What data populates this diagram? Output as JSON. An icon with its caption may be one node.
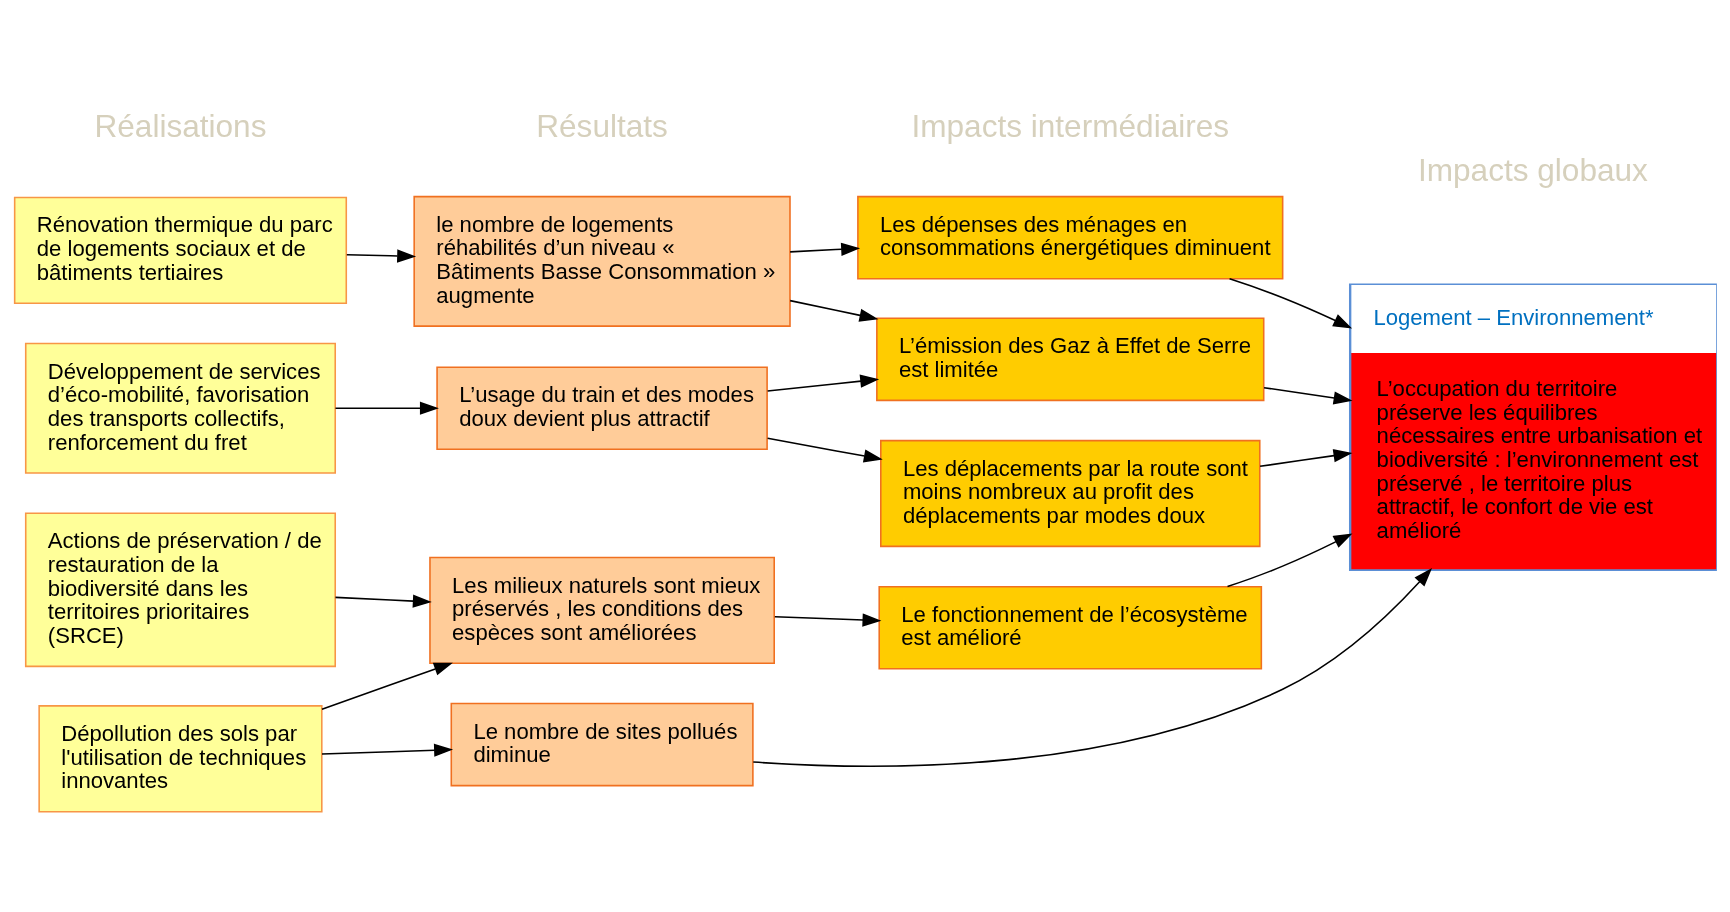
{
  "diagram": {
    "nodes": [
      {
        "text": [
          "Rénovation thermique du parc de logements sociaux et de bâtiments tertiaires"
        ]
      },
      {
        "text": [
          "Développement de services d’éco-mobilité, favorisation des transports collectifs, renforcement du fret"
        ]
      },
      {
        "text": [
          "Actions de préservation / de restauration de la biodiversité dans les territoires prioritaires (SRCE)"
        ]
      },
      {
        "text": [
          "Dépollution des sols par l'utilisation de techniques innovantes"
        ]
      },
      {
        "text": [
          "le nombre de logements réhabilités d’un niveau « Bâtiments Basse Consommation » augmente"
        ]
      },
      {
        "text": [
          "L’usage du train et des modes doux devient plus attractif"
        ]
      },
      {
        "text": [
          "Les milieux naturels sont mieux préservés , les conditions des espèces sont améliorées"
        ]
      },
      {
        "text": [
          "Le nombre de sites pollués diminue"
        ]
      },
      {
        "text": [
          "Les dépenses des ménages en consommations énergétiques diminuent"
        ]
      },
      {
        "text": [
          "L’émission des Gaz à Effet de Serre est limitée"
        ]
      },
      {
        "text": [
          "Les déplacements par la route sont moins nombreux au profit des déplacements par modes doux"
        ]
      },
      {
        "text": [
          "Le fonctionnement de l’écosystème est amélioré"
        ]
      },
      {
        "text": [
          "Logement – Environnement*",
          "L’occupation du territoire préserve les équilibres nécessaires entre urbanisation et biodiversité : l’environnement est préservé , le territoire plus attractif, le confort de vie est amélioré"
        ]
      }
    ],
    "edges": [
      {
        "from": 0,
        "to": 4,
        "arrow": "to"
      },
      {
        "from": 1,
        "to": 5,
        "arrow": "to"
      },
      {
        "from": 2,
        "to": 6,
        "arrow": "to"
      },
      {
        "from": 3,
        "to": 6,
        "arrow": "to"
      },
      {
        "from": 3,
        "to": 7,
        "arrow": "to"
      },
      {
        "from": 4,
        "to": 8,
        "arrow": "to"
      },
      {
        "from": 4,
        "to": 9,
        "arrow": "to"
      },
      {
        "from": 5,
        "to": 9,
        "arrow": "to"
      },
      {
        "from": 5,
        "to": 10,
        "arrow": "to"
      },
      {
        "from": 6,
        "to": 11,
        "arrow": "to"
      },
      {
        "from": 8,
        "to": 12,
        "arrow": "to"
      },
      {
        "from": 9,
        "to": 12,
        "arrow": "to"
      },
      {
        "from": 10,
        "to": 12,
        "arrow": "to"
      },
      {
        "from": 11,
        "to": 12,
        "arrow": "to"
      },
      {
        "from": 7,
        "to": 12,
        "arrow": "to"
      }
    ],
    "labels": [
      "Réalisations",
      "Résultats",
      "Impacts intermédiaires",
      "Impacts globaux"
    ]
  }
}
